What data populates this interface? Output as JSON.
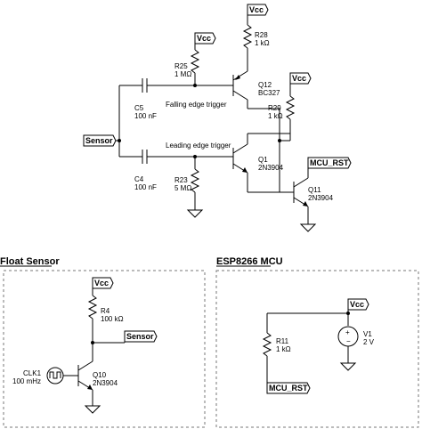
{
  "sections": {
    "float_sensor": "Float Sensor",
    "mcu": "ESP8266 MCU"
  },
  "nets": {
    "vcc": "Vcc",
    "sensor": "Sensor",
    "mcu_rst": "MCU_RST"
  },
  "notes": {
    "falling": "Falling edge trigger",
    "leading": "Leading edge trigger"
  },
  "parts": {
    "r28": {
      "ref": "R28",
      "val": "1 kΩ"
    },
    "r25": {
      "ref": "R25",
      "val": "1 MΩ"
    },
    "q12": {
      "ref": "Q12",
      "val": "BC327"
    },
    "r29": {
      "ref": "R29",
      "val": "1 kΩ"
    },
    "c5": {
      "ref": "C5",
      "val": "100 nF"
    },
    "c4": {
      "ref": "C4",
      "val": "100 nF"
    },
    "q1": {
      "ref": "Q1",
      "val": "2N3904"
    },
    "r23": {
      "ref": "R23",
      "val": "5 MΩ"
    },
    "q11": {
      "ref": "Q11",
      "val": "2N3904"
    },
    "r4": {
      "ref": "R4",
      "val": "100 kΩ"
    },
    "clk1": {
      "ref": "CLK1",
      "val": "100 mHz"
    },
    "q10": {
      "ref": "Q10",
      "val": "2N3904"
    },
    "r11": {
      "ref": "R11",
      "val": "1 kΩ"
    },
    "v1": {
      "ref": "V1",
      "val": "2 V"
    }
  }
}
